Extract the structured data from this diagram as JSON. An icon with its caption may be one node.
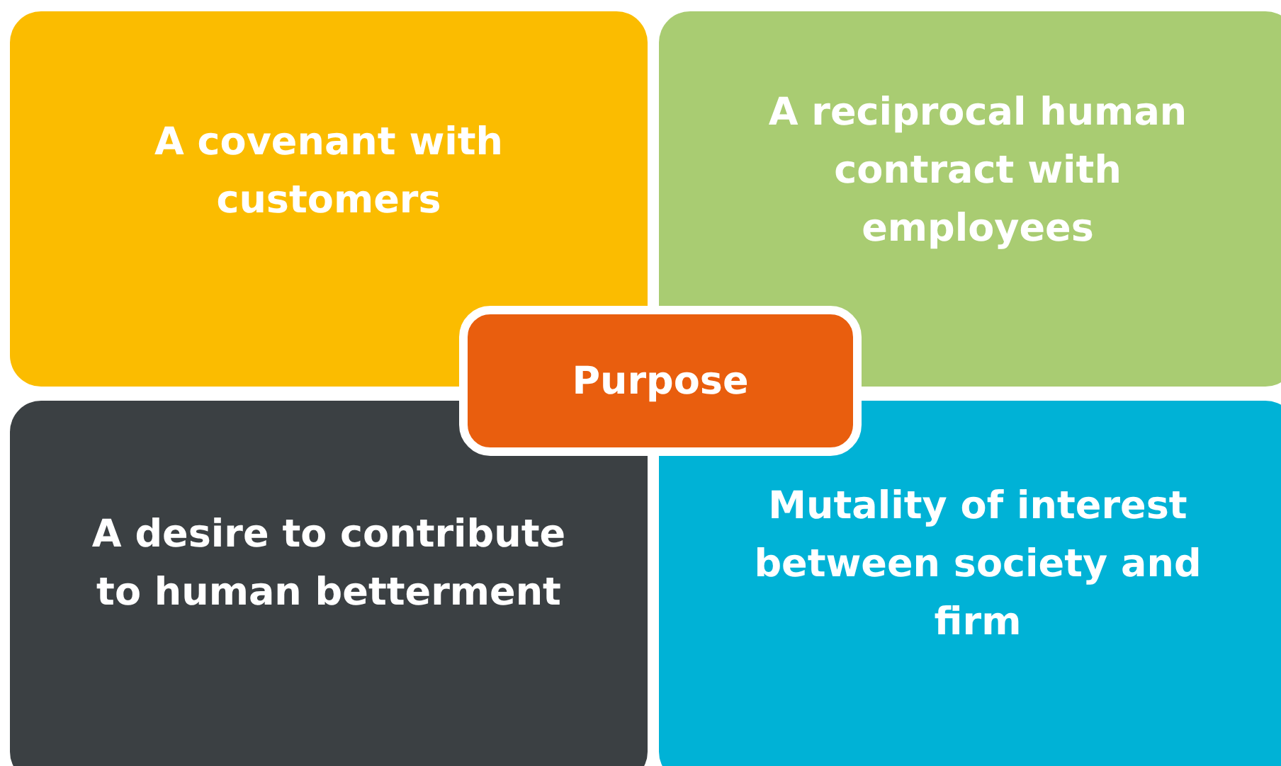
{
  "diagram": {
    "nodes": [
      {
        "text": [
          "A covenant with customers"
        ]
      },
      {
        "text": [
          "A reciprocal human contract with employees"
        ]
      },
      {
        "text": [
          "Purpose"
        ]
      },
      {
        "text": [
          "A desire to contribute to human betterment"
        ]
      },
      {
        "text": [
          "Mutality of interest between society and firm"
        ]
      }
    ]
  }
}
